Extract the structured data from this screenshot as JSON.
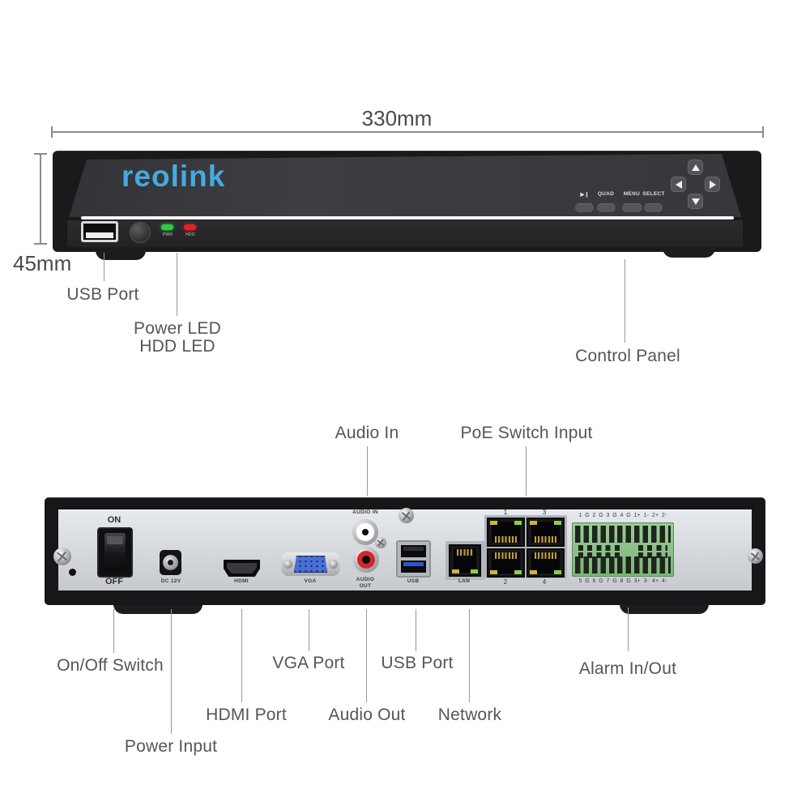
{
  "colors": {
    "brand_blue": "#45aadf",
    "led_power_green": "#2ecc40",
    "led_hdd_red": "#e62020",
    "terminal_green": "#8cc88c",
    "vga_blue": "#4a6fd4",
    "usb3_blue": "#2858c8",
    "panel_silver": "#d9dde1",
    "device_black": "#1a1a1d"
  },
  "dimensions": {
    "width_label": "330mm",
    "height_label": "45mm"
  },
  "front": {
    "logo": {
      "part1": "re",
      "part2": "o",
      "part3": "link"
    },
    "control": {
      "play": "▶❙",
      "quad": "QUAD",
      "menu": "MENU",
      "select": "SELECT"
    },
    "leds": {
      "power": "PWR",
      "hdd": "HDD"
    },
    "callouts": {
      "usb": "USB Port",
      "power_led": "Power LED",
      "hdd_led": "HDD LED",
      "control_panel": "Control Panel"
    }
  },
  "back": {
    "callouts_top": {
      "audio_in": "Audio In",
      "poe": "PoE Switch Input"
    },
    "printed": {
      "on": "ON",
      "off": "OFF",
      "dc": "DC 12V",
      "hdmi": "HDMI",
      "vga": "VGA",
      "audio_in": "AUDIO IN",
      "audio_out_line1": "AUDIO",
      "audio_out_line2": "OUT",
      "usb": "USB",
      "lan": "LAN",
      "poe_ports": [
        "1",
        "3",
        "2",
        "4"
      ],
      "terminal_top": "1 G 2 G 3 G 4 G 1+ 1- 2+ 2-",
      "terminal_bottom": "5 G 6 G 7 G 8 G 3+ 3- 4+ 4-"
    },
    "callouts_bottom": {
      "on_off": "On/Off Switch",
      "power": "Power Input",
      "hdmi": "HDMI Port",
      "vga": "VGA Port",
      "audio_out": "Audio Out",
      "usb": "USB Port",
      "network": "Network",
      "alarm": "Alarm In/Out"
    }
  }
}
